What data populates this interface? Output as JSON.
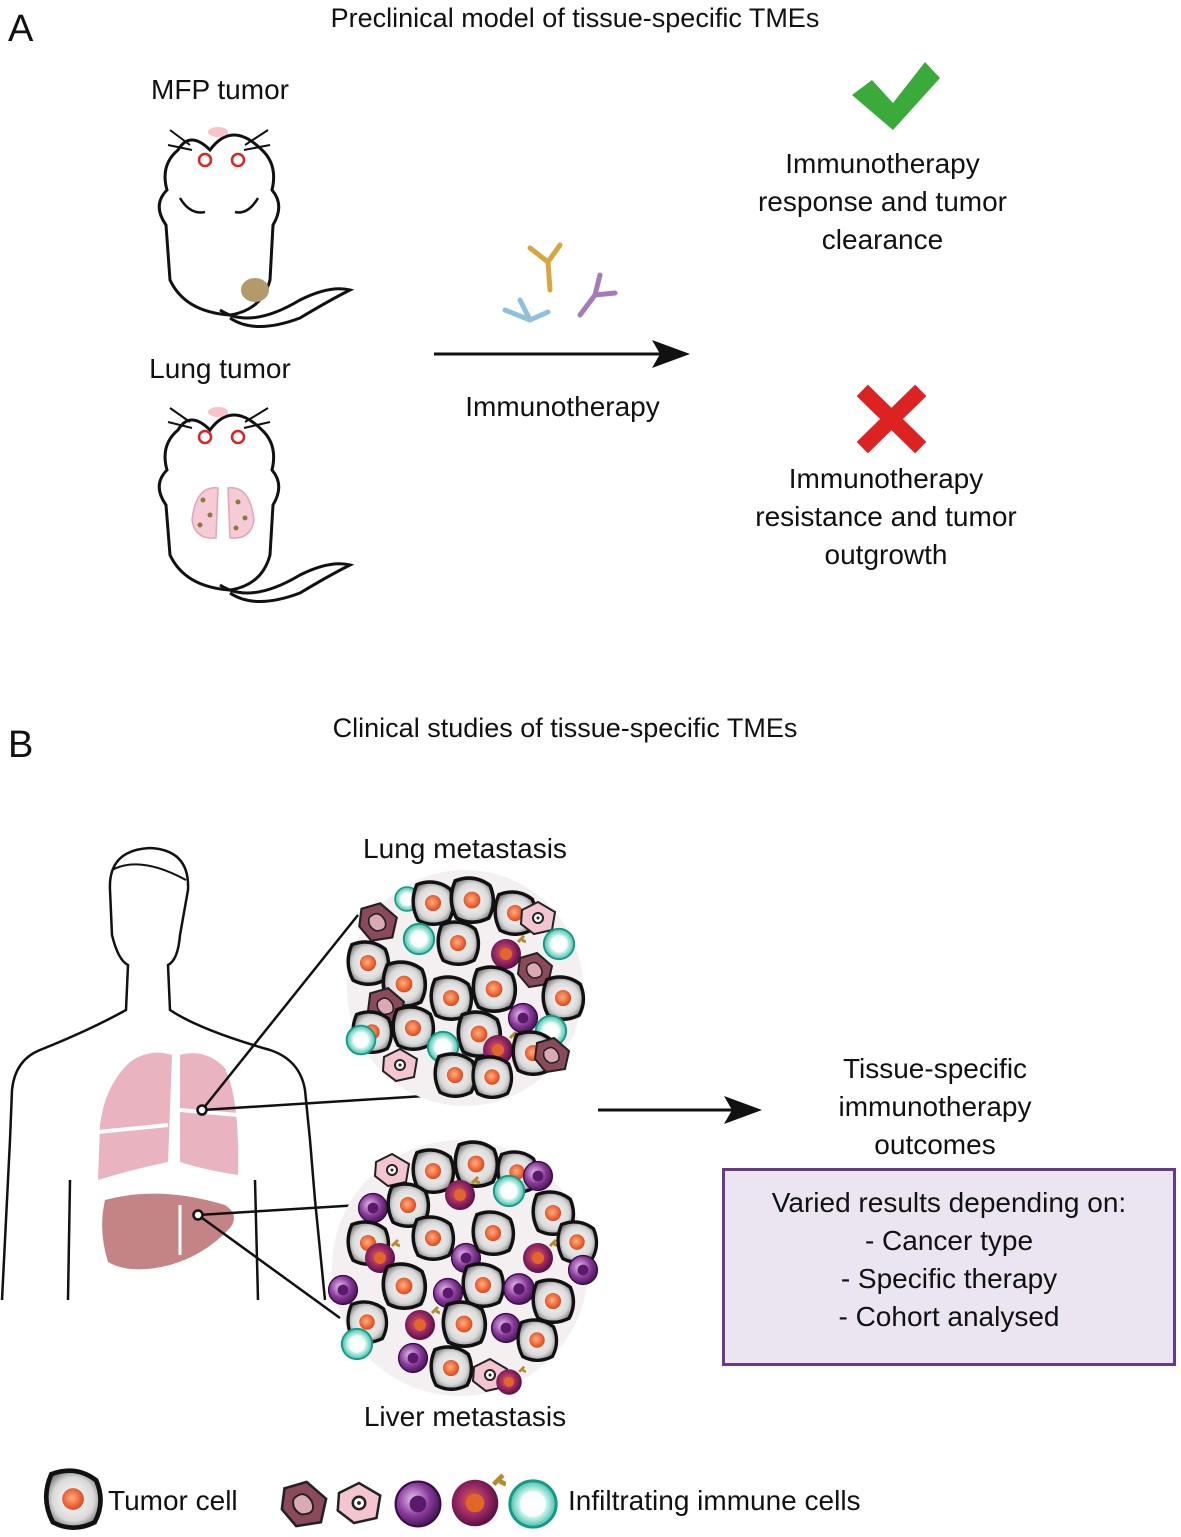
{
  "panelA": {
    "letter": "A",
    "title": "Preclinical model of tissue-specific TMEs",
    "mfp_label": "MFP tumor",
    "lung_label": "Lung tumor",
    "arrow_label": "Immunotherapy",
    "response_lines": [
      "Immunotherapy",
      "response and tumor",
      "clearance"
    ],
    "resistance_lines": [
      "Immunotherapy",
      "resistance and tumor",
      "outgrowth"
    ],
    "colors": {
      "check": "#3aaa3a",
      "cross": "#dd2222"
    }
  },
  "panelB": {
    "letter": "B",
    "title": "Clinical studies of tissue-specific TMEs",
    "lung_met_label": "Lung metastasis",
    "liver_met_label": "Liver metastasis",
    "outcome_lines": [
      "Tissue-specific",
      "immunotherapy",
      "outcomes"
    ],
    "box_lines": [
      "Varied results depending on:",
      "- Cancer type",
      "- Specific therapy",
      "- Cohort analysed"
    ],
    "colors": {
      "lung": "#eab3c0",
      "liver": "#c48486",
      "box_fill": "#ebe4f1",
      "box_border": "#6a3a8a"
    }
  },
  "legend": {
    "tumor_cell": "Tumor cell",
    "immune_cells": "Infiltrating immune cells"
  }
}
